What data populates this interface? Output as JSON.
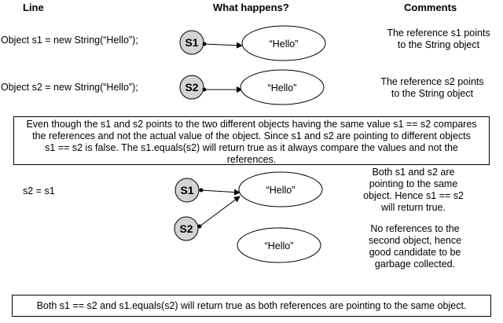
{
  "headers": {
    "line": "Line",
    "what_happens": "What happens?",
    "comments": "Comments"
  },
  "rows": [
    {
      "code": "Object s1 = new String(“Hello”);",
      "ref_label": "S1",
      "object_label": "“Hello”",
      "comment": [
        "The  reference s1 points",
        "to the String object"
      ]
    },
    {
      "code": "Object s2 = new String(“Hello”);",
      "ref_label": "S2",
      "object_label": "“Hello”",
      "comment": [
        "The  reference s2 points",
        "to the String object"
      ]
    }
  ],
  "middle_note": [
    "Even though the s1 and s2 points to the two different objects having the same value s1 == s2 compares",
    "the references and not the actual value of the object. Since s1 and s2 are pointing to different objects",
    "s1 == s2 is false. The s1.equals(s2) will return true as it always compare the values and not the",
    "references."
  ],
  "assignment": {
    "code": "s2 = s1",
    "ref1_label": "S1",
    "ref2_label": "S2",
    "object1_label": "“Hello”",
    "object2_label": "“Hello”",
    "comment1": [
      "Both s1 and s2 are",
      "pointing to the same",
      "object. Hence s1 == s2",
      "will return true."
    ],
    "comment2": [
      "No references to the",
      "second object, hence",
      "good candidate to be",
      "garbage collected."
    ]
  },
  "bottom_note": "Both s1 == s2 and s1.equals(s2) will return true as both references are pointing to the same object."
}
